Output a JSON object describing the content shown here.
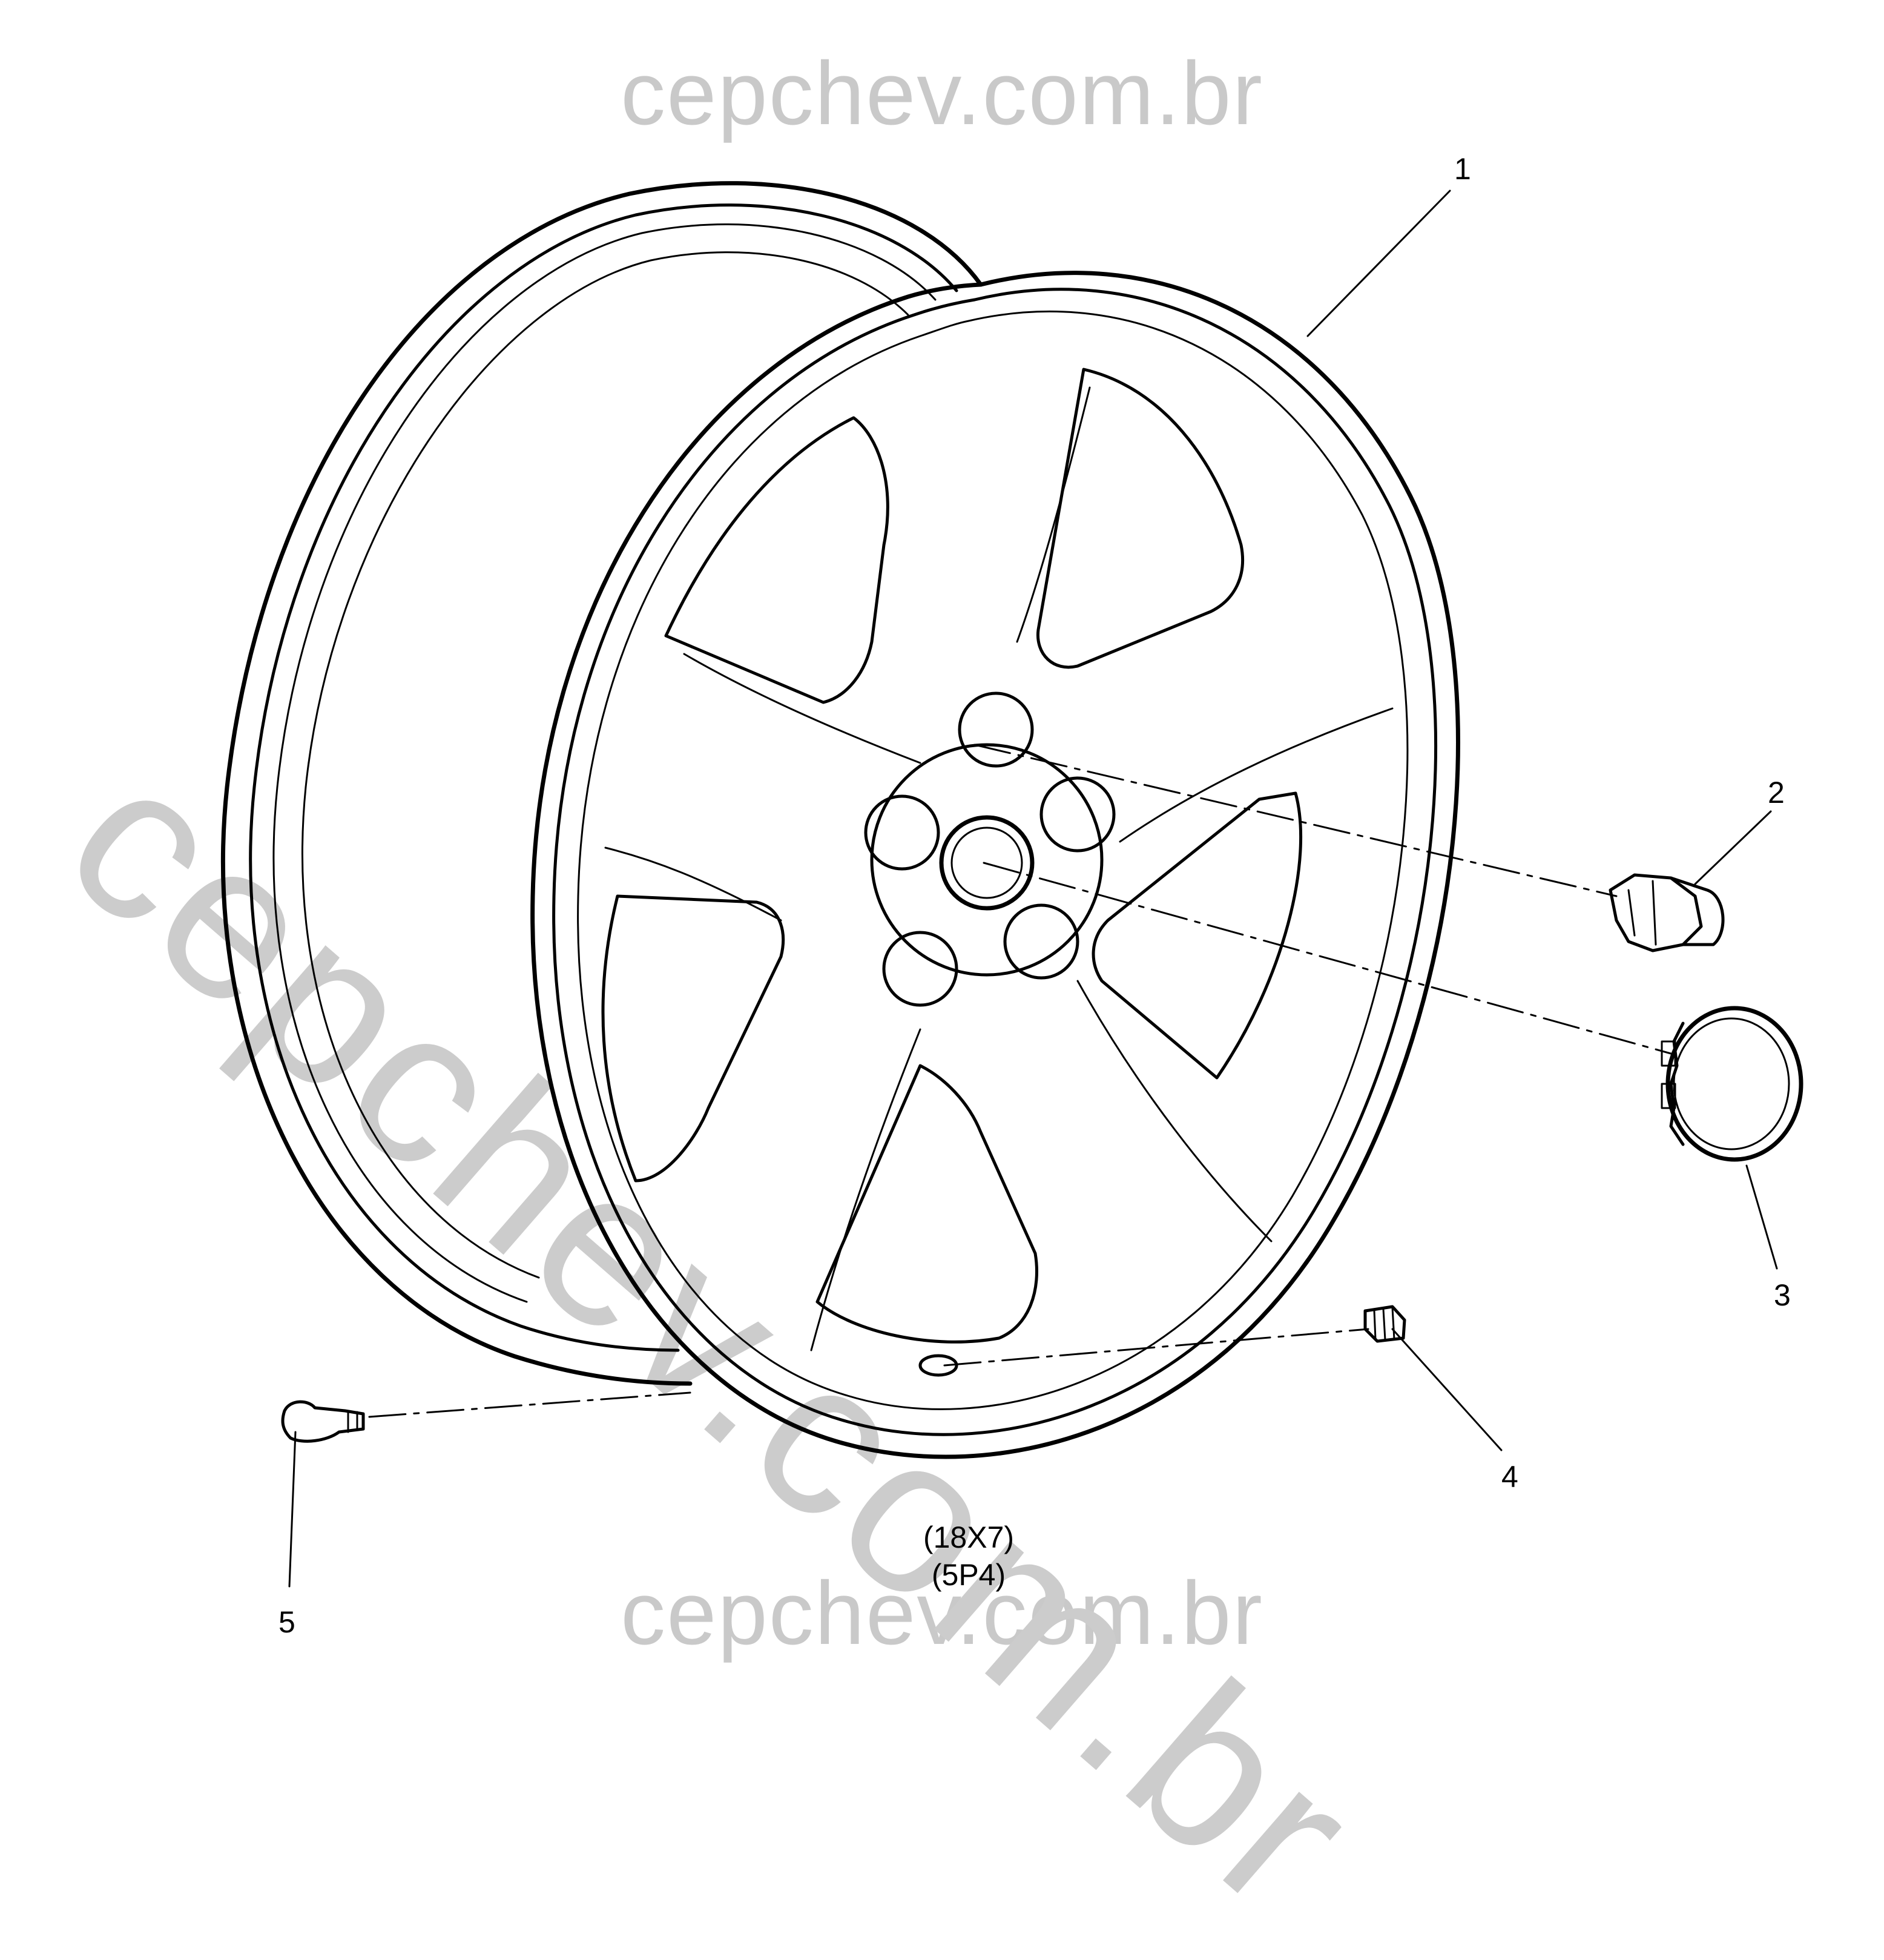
{
  "watermarks": {
    "top": "cepchev.com.br",
    "bottom": "cepchev.com.br",
    "diagonal": "cepchev.com.br"
  },
  "callouts": [
    {
      "id": "1",
      "label": "1"
    },
    {
      "id": "2",
      "label": "2"
    },
    {
      "id": "3",
      "label": "3"
    },
    {
      "id": "4",
      "label": "4"
    },
    {
      "id": "5",
      "label": "5"
    }
  ],
  "spec": {
    "size": "(18X7)",
    "option_code": "(5P4)"
  }
}
